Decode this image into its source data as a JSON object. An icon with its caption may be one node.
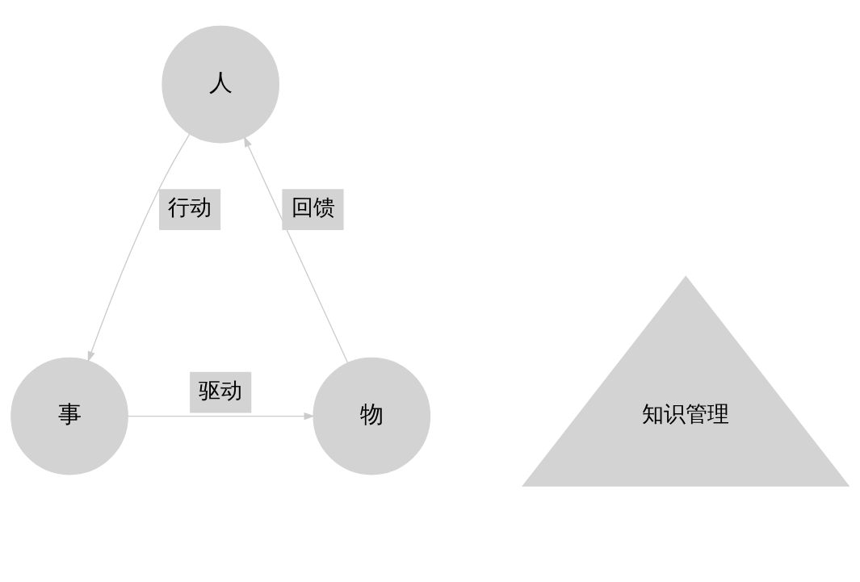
{
  "diagram": {
    "nodes": [
      {
        "text": [
          "人"
        ]
      },
      {
        "text": [
          "知识管理"
        ]
      },
      {
        "text": [
          "事"
        ]
      },
      {
        "text": [
          "物"
        ]
      }
    ],
    "edges": [
      {
        "from": 0,
        "to": 2,
        "arrow": "to",
        "label": "行动"
      },
      {
        "from": 2,
        "to": 3,
        "arrow": "to",
        "label": "驱动"
      },
      {
        "from": 3,
        "to": 0,
        "arrow": "to",
        "label": "回馈"
      }
    ]
  }
}
